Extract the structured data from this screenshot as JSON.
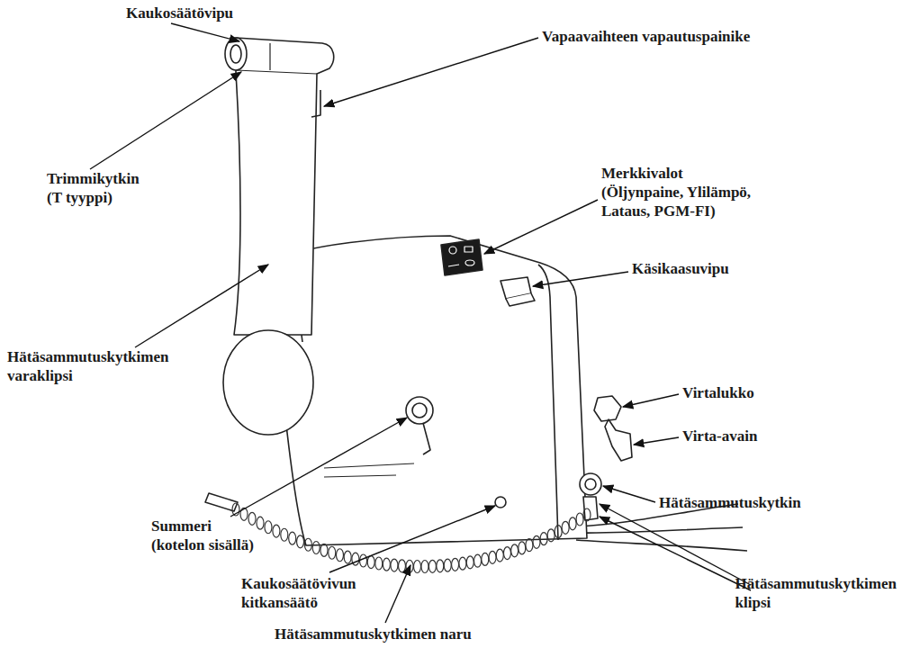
{
  "diagram": {
    "labels": [
      "Kaukosäätövipu",
      "Vapaavaihteen vapautuspainike",
      "Trimmikytkin (T tyyppi)",
      "Merkkivalot (Öljynpaine, Ylilämpö, Lataus, PGM-FI)",
      "Käsikaasuvipu",
      "Hätäsammutuskytkimen varaklipsi",
      "Summeri (kotelon sisällä)",
      "Virtalukko",
      "Virta-avain",
      "Hätäsammutuskytkin",
      "Kaukosäätövivun kitkansäätö",
      "Hätäsammutuskytkimen klipsi",
      "Hätäsammutuskytkimen naru"
    ]
  }
}
